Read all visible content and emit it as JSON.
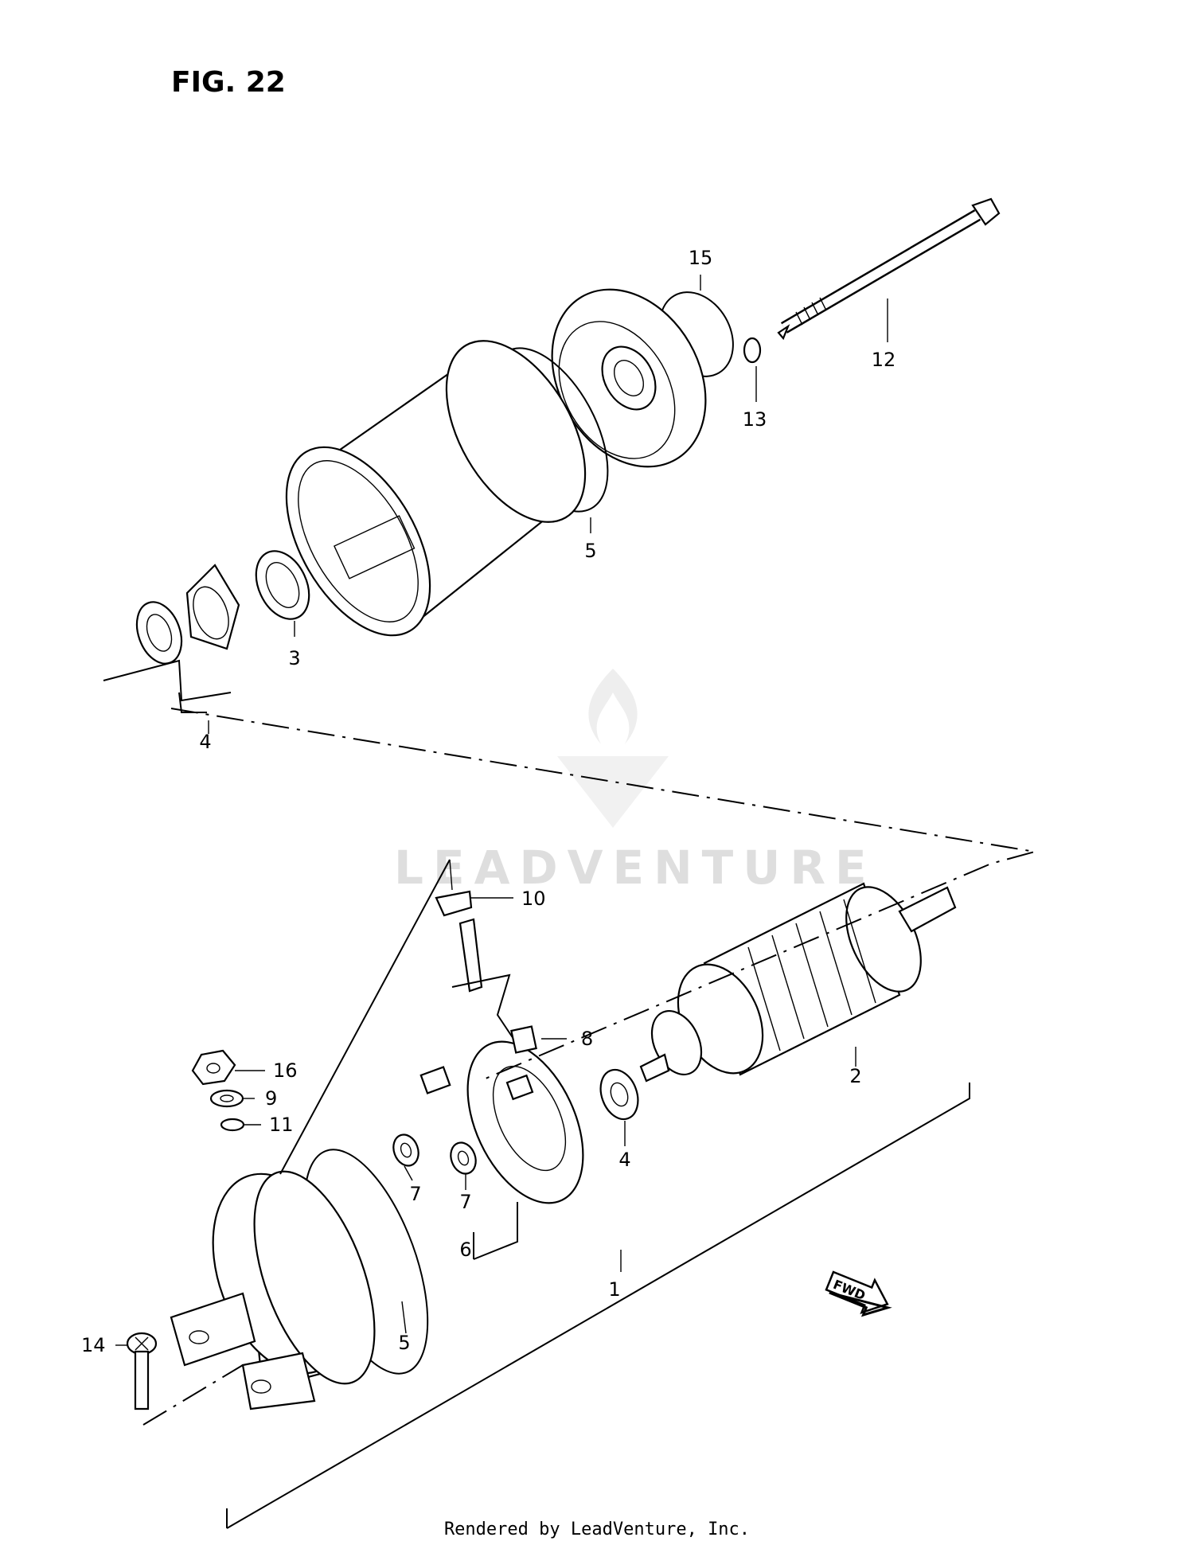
{
  "figure": {
    "title": "FIG. 22"
  },
  "watermark": {
    "text": "LEADVENTURE"
  },
  "footer": {
    "text": "Rendered by LeadVenture, Inc."
  },
  "callouts": [
    {
      "id": "c1",
      "label": "1"
    },
    {
      "id": "c2",
      "label": "2"
    },
    {
      "id": "c3",
      "label": "3"
    },
    {
      "id": "c4a",
      "label": "4"
    },
    {
      "id": "c4b",
      "label": "4"
    },
    {
      "id": "c5a",
      "label": "5"
    },
    {
      "id": "c5b",
      "label": "5"
    },
    {
      "id": "c6",
      "label": "6"
    },
    {
      "id": "c7a",
      "label": "7"
    },
    {
      "id": "c7b",
      "label": "7"
    },
    {
      "id": "c8",
      "label": "8"
    },
    {
      "id": "c9",
      "label": "9"
    },
    {
      "id": "c10",
      "label": "10"
    },
    {
      "id": "c11",
      "label": "11"
    },
    {
      "id": "c12",
      "label": "12"
    },
    {
      "id": "c13",
      "label": "13"
    },
    {
      "id": "c14",
      "label": "14"
    },
    {
      "id": "c15",
      "label": "15"
    },
    {
      "id": "c16",
      "label": "16"
    }
  ],
  "fwd_arrow": {
    "label": "FWD"
  }
}
